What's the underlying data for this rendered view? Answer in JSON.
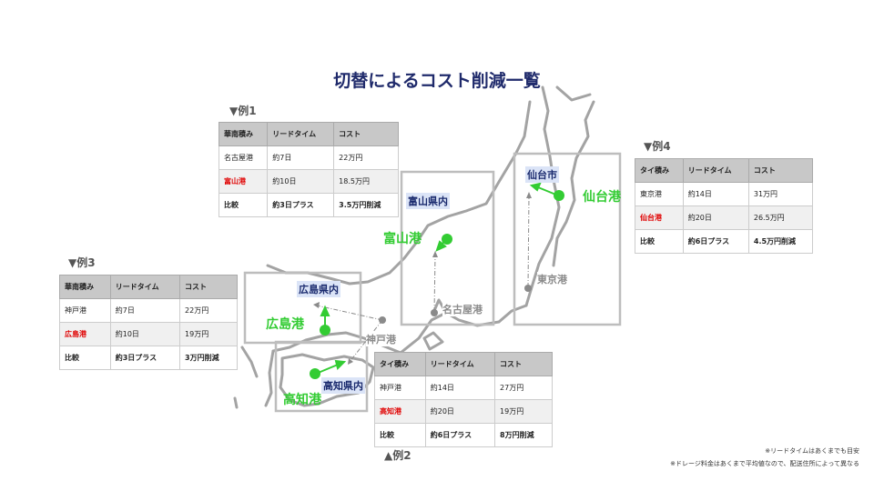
{
  "title": "切替によるコスト削減一覧",
  "examples": {
    "ex1": {
      "label": "▼例1",
      "headers": [
        "華南積み",
        "リードタイム",
        "コスト"
      ],
      "rows": [
        [
          "名古屋港",
          "約7日",
          "22万円"
        ],
        [
          "富山港",
          "約10日",
          "18.5万円"
        ],
        [
          "比較",
          "約3日プラス",
          "3.5万円削減"
        ]
      ]
    },
    "ex2": {
      "label": "▲例2",
      "headers": [
        "タイ積み",
        "リードタイム",
        "コスト"
      ],
      "rows": [
        [
          "神戸港",
          "約14日",
          "27万円"
        ],
        [
          "高知港",
          "約20日",
          "19万円"
        ],
        [
          "比較",
          "約6日プラス",
          "8万円削減"
        ]
      ]
    },
    "ex3": {
      "label": "▼例3",
      "headers": [
        "華南積み",
        "リードタイム",
        "コスト"
      ],
      "rows": [
        [
          "神戸港",
          "約7日",
          "22万円"
        ],
        [
          "広島港",
          "約10日",
          "19万円"
        ],
        [
          "比較",
          "約3日プラス",
          "3万円削減"
        ]
      ]
    },
    "ex4": {
      "label": "▼例4",
      "headers": [
        "タイ積み",
        "リードタイム",
        "コスト"
      ],
      "rows": [
        [
          "東京港",
          "約14日",
          "31万円"
        ],
        [
          "仙台港",
          "約20日",
          "26.5万円"
        ],
        [
          "比較",
          "約6日プラス",
          "4.5万円削減"
        ]
      ]
    }
  },
  "map_labels": {
    "toyama_pref": "富山県内",
    "toyama_port": "富山港",
    "nagoya_port": "名古屋港",
    "sendai_city": "仙台市",
    "sendai_port": "仙台港",
    "tokyo_port": "東京港",
    "hiroshima_pref": "広島県内",
    "hiroshima_port": "広島港",
    "kobe_port": "神戸港",
    "kochi_pref": "高知県内",
    "kochi_port": "高知港"
  },
  "notes": [
    "※リードタイムはあくまでも目安",
    "※ドレージ料金はあくまで平均値なので、配送住所によって異なる"
  ],
  "colors": {
    "title": "#1f2a6b",
    "new_port": "#33cc33",
    "highlight_text": "#e00000",
    "old_port": "#8a8a8a",
    "coast": "#a0a0a0"
  }
}
